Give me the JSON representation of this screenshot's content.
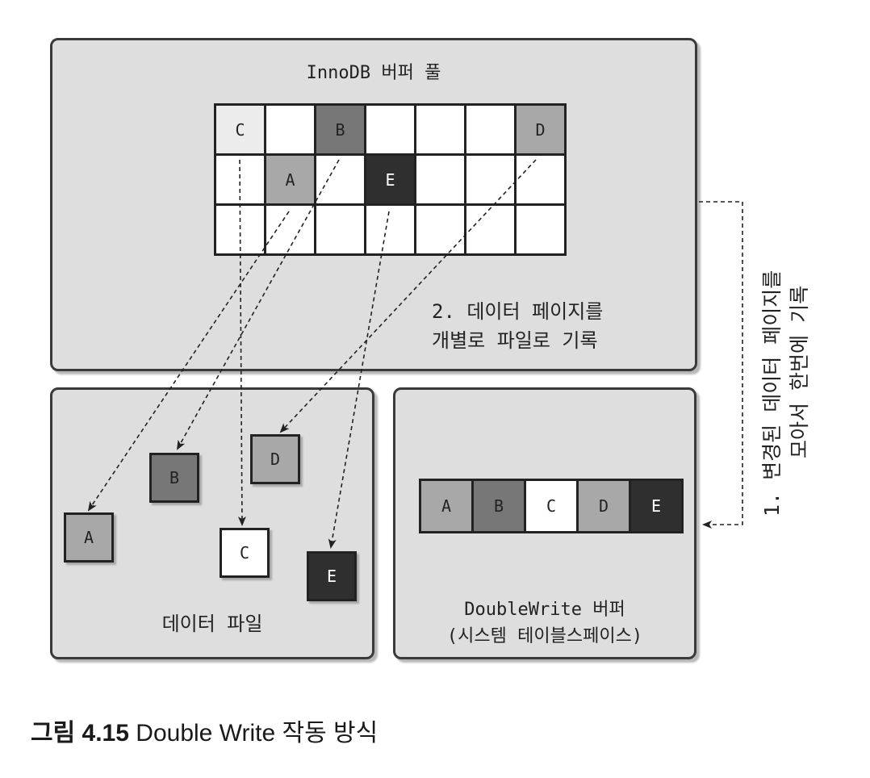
{
  "buffer_pool": {
    "title": "InnoDB 버퍼 풀",
    "rows": [
      [
        "C",
        "",
        "B",
        "",
        "",
        "",
        "D"
      ],
      [
        "",
        "A",
        "",
        "E",
        "",
        "",
        ""
      ],
      [
        "",
        "",
        "",
        "",
        "",
        "",
        ""
      ]
    ],
    "note_line1": "2. 데이터 페이지를",
    "note_line2": "개별로 파일로 기록"
  },
  "data_file": {
    "title": "데이터 파일",
    "pages": [
      "A",
      "B",
      "C",
      "D",
      "E"
    ]
  },
  "doublewrite": {
    "cells": [
      "A",
      "B",
      "C",
      "D",
      "E"
    ],
    "title_line1": "DoubleWrite 버퍼",
    "title_line2": "(시스템 테이블스페이스)"
  },
  "side_note": {
    "line1": "1. 변경된 데이터 페이지를",
    "line2": "모아서 한번에 기록"
  },
  "caption": {
    "figure": "그림 4.15",
    "text": "Double Write 작동 방식"
  },
  "page_colors": {
    "A": "#a8a8a8",
    "B": "#777777",
    "C": "#ececec",
    "D": "#a8a8a8",
    "E": "#2f2f2f"
  }
}
